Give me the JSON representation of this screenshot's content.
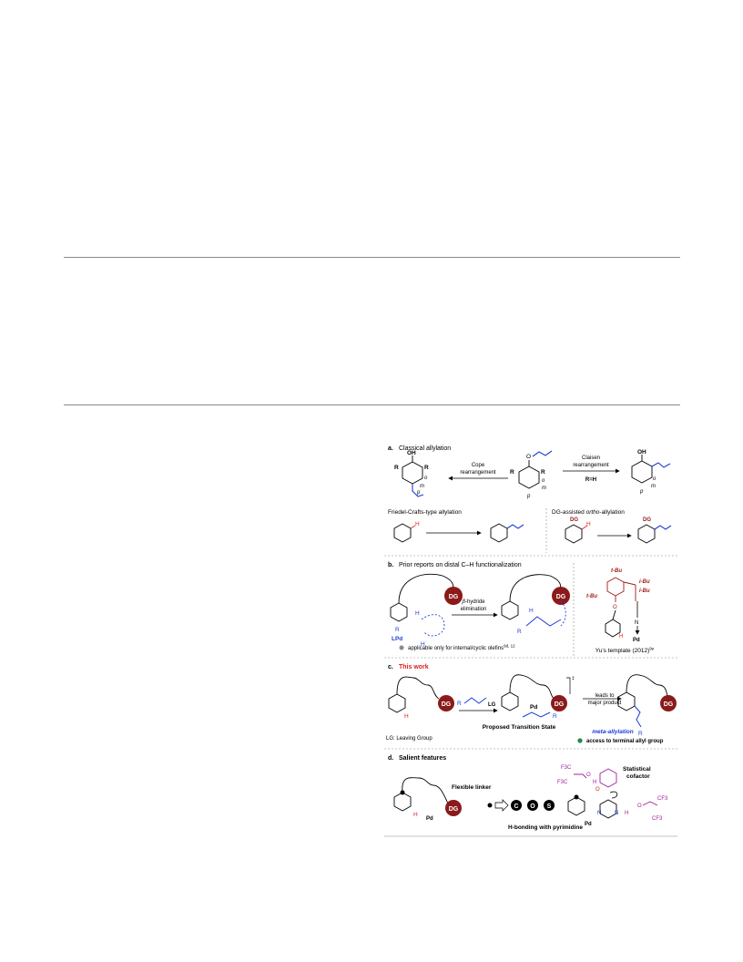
{
  "figure": {
    "panel_a": {
      "letter": "a.",
      "title": "Classical allylation",
      "cope_line1": "Cope",
      "cope_line2": "rearrangement",
      "claisen_line1": "Claisen",
      "claisen_line2": "rearrangement",
      "condition": "R=H",
      "oh_left": "OH",
      "oh_right": "OH",
      "o_label": "O",
      "r_label": "R",
      "pos_o": "o",
      "pos_m": "m",
      "pos_p": "p",
      "friedel_crafts": "Friedel-Crafts-type allylation",
      "dg_prefix": "DG-assisted ",
      "dg_italic": "ortho",
      "dg_suffix": "-allylation",
      "h_label": "H",
      "dg_label": "DG"
    },
    "panel_b": {
      "letter": "b.",
      "title": "Prior reports on distal C–H functionalization",
      "beta": "β",
      "beta_rest": "-hydride",
      "elimination": "elimination",
      "dg_label": "DG",
      "lpd": "LPd",
      "r_label": "R",
      "h_label": "H",
      "note": "applicable only for internal/cyclic olefins",
      "note_ref": "9d, 12",
      "tbu": "t-Bu",
      "ibu": "i-Bu",
      "o_label": "O",
      "n_label": "N",
      "pd_label": "Pd",
      "yu_caption": "Yu’s template (2012)",
      "yu_ref": "9e"
    },
    "panel_c": {
      "letter": "c.",
      "title": "This work",
      "dg_label": "DG",
      "h_label": "H",
      "r_label": "R",
      "lg_label": "LG",
      "pd_label": "Pd",
      "dagger": "‡",
      "leads_line1": "leads to",
      "leads_line2": "major product",
      "lg_legend": "LG: Leaving Group",
      "ts_label": "Proposed Transition State",
      "meta": "meta-allylation",
      "terminal": "access to terminal allyl group"
    },
    "panel_d": {
      "letter": "d.",
      "title": "Salient features",
      "linker": "Flexible linker",
      "dg_label": "DG",
      "pd_label": "Pd",
      "h_label": "H",
      "c_label": "C",
      "o_label": "O",
      "s_label": "S",
      "stat_line1": "Statistical",
      "stat_line2": "cofactor",
      "f3c": "F3C",
      "cf3": "CF3",
      "n_label": "N",
      "hbond": "H-bonding with pyrimidine"
    }
  },
  "colors": {
    "dg_fill": "#8b1a1a",
    "blue": "#1f3bd6",
    "red": "#e0201c",
    "template_red": "#a11a1a",
    "purple": "#a0229a",
    "green": "#1f8a4c",
    "gray": "#8a8a8a"
  }
}
